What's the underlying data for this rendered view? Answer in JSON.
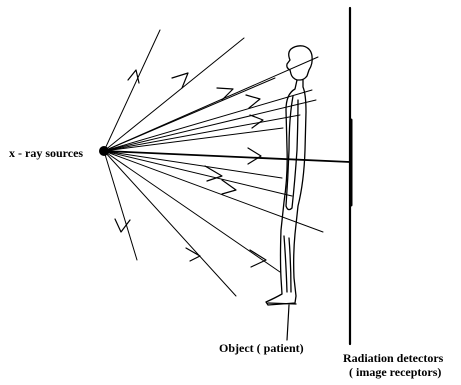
{
  "labels": {
    "source": "x - ray sources",
    "object": "Object ( patient)",
    "detector_line1": "Radiation detectors",
    "detector_line2": "( image receptors)"
  },
  "colors": {
    "ink": "#000000",
    "background": "#ffffff"
  }
}
